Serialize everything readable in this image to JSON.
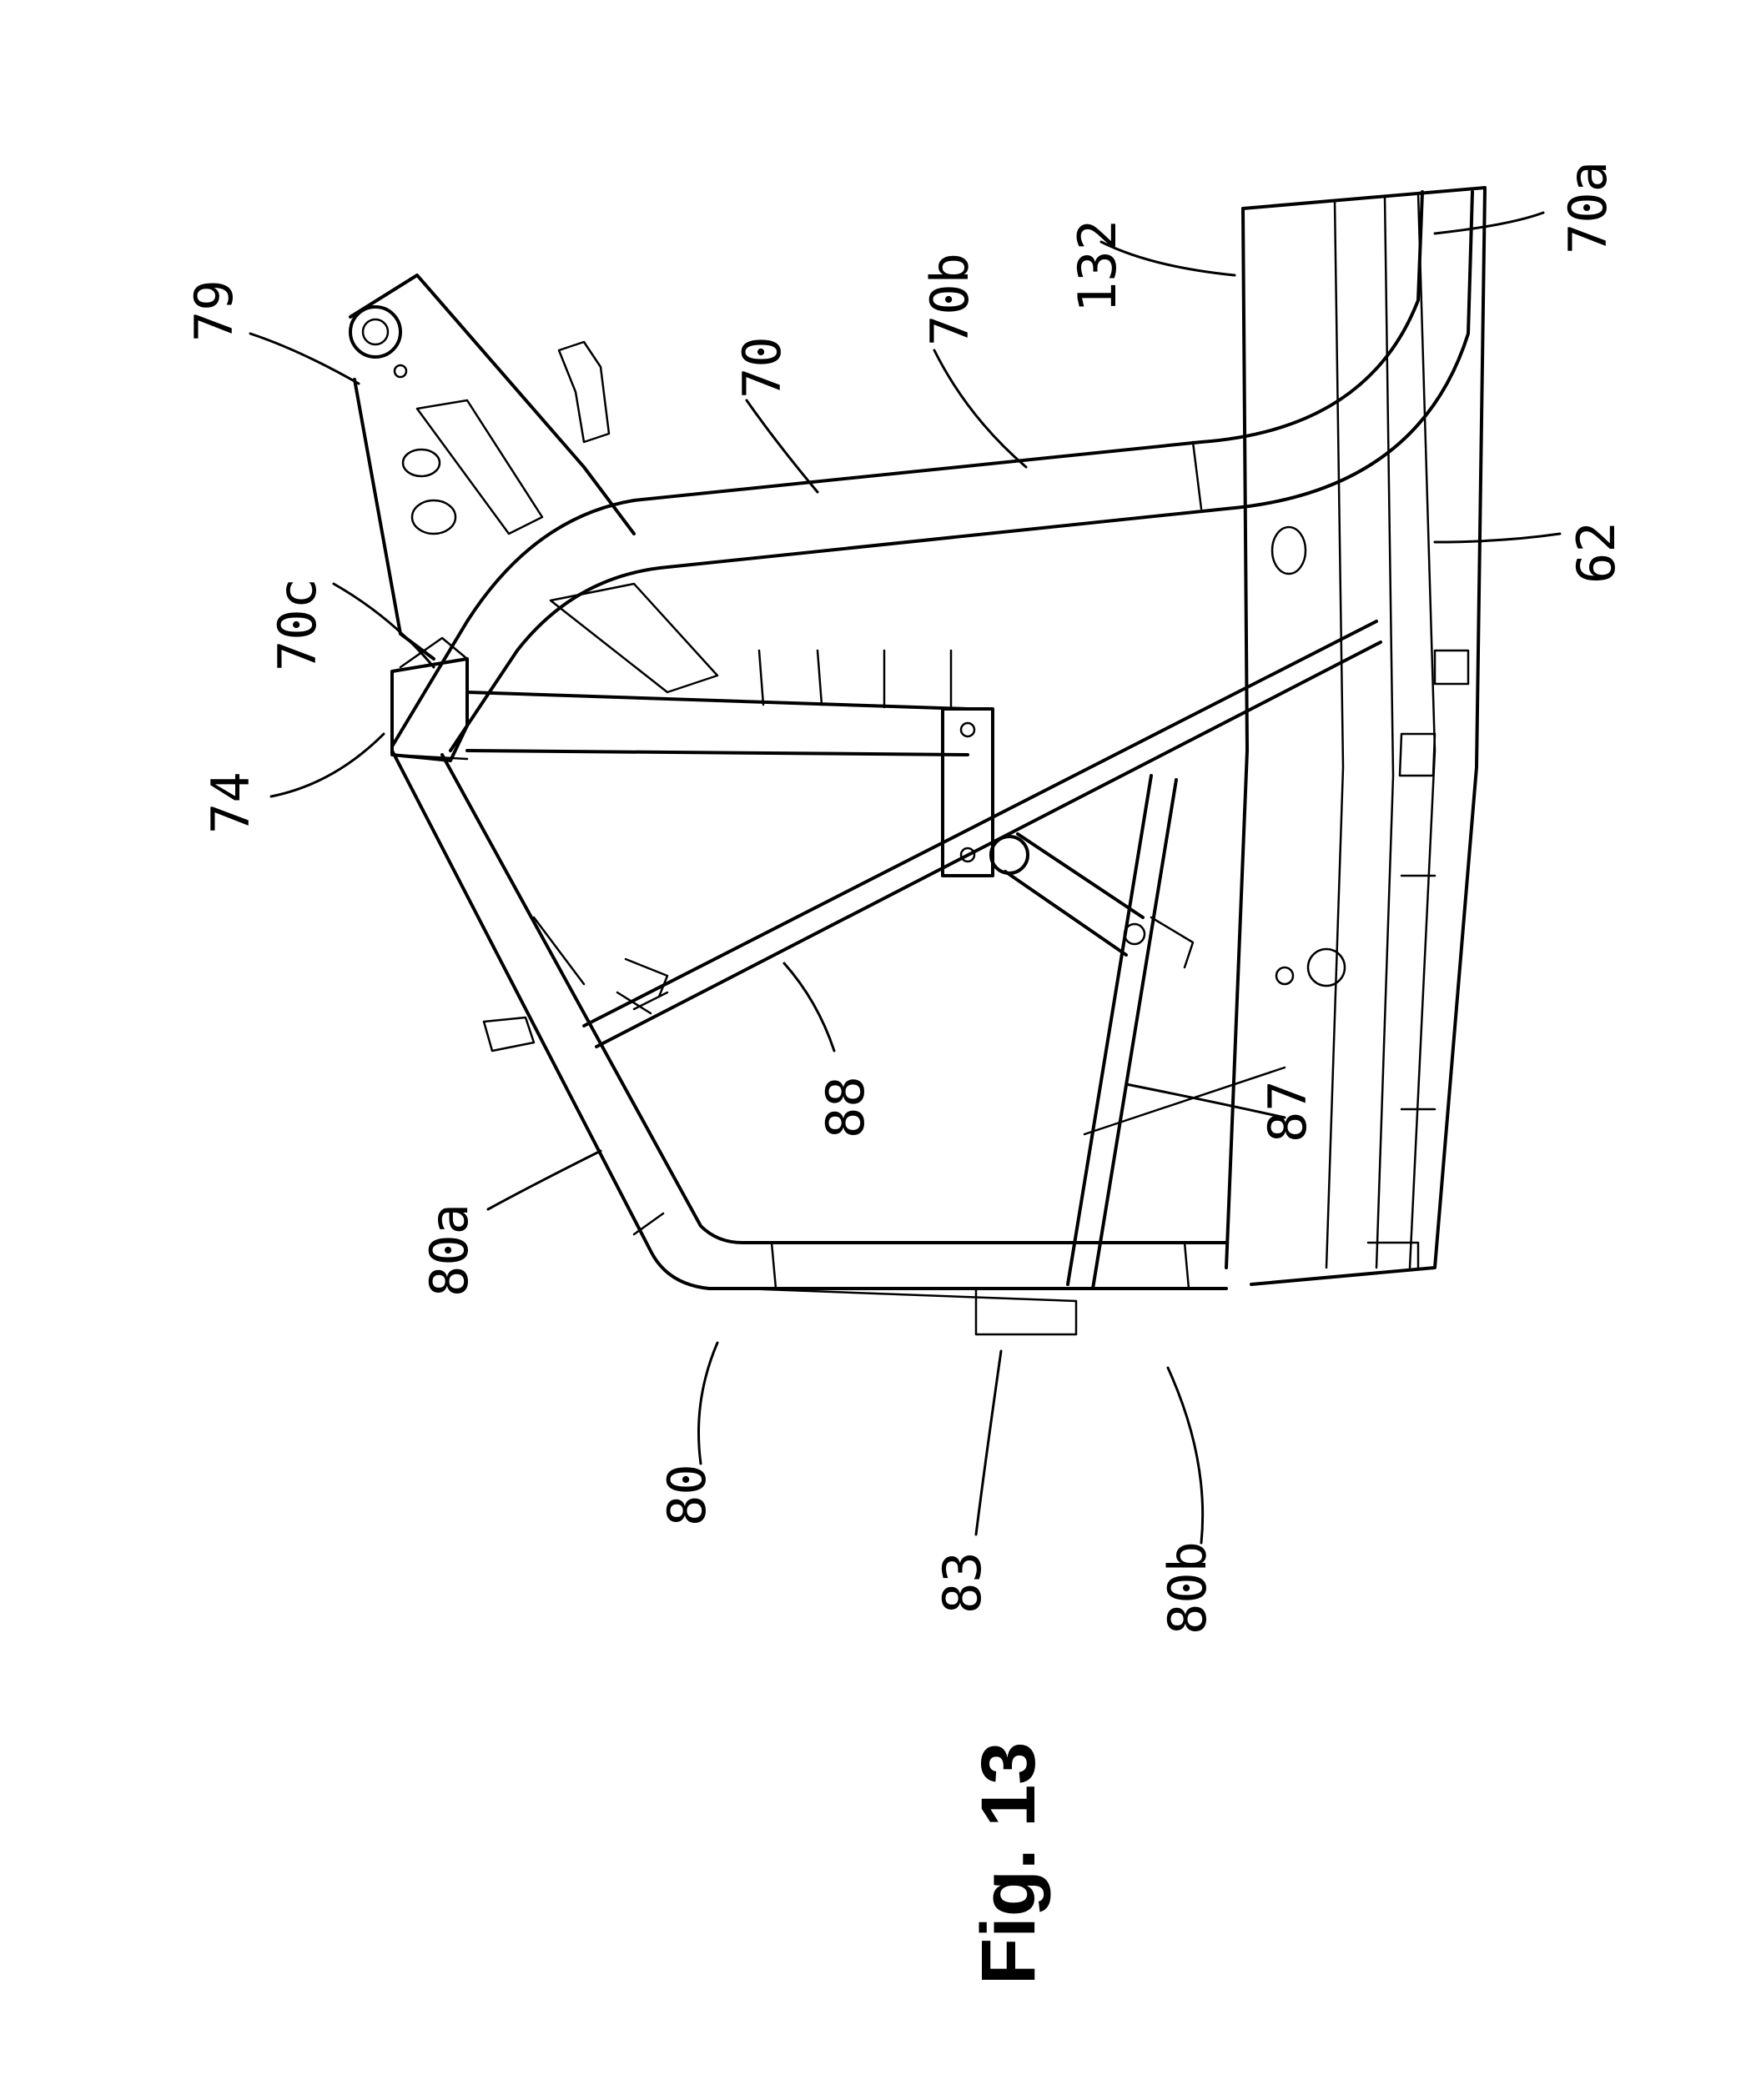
{
  "figure": {
    "label": "Fig. 13"
  },
  "reference_numerals": {
    "r79": "79",
    "r70c": "70c",
    "r74": "74",
    "r70": "70",
    "r70b": "70b",
    "r132": "132",
    "r70a": "70a",
    "r62": "62",
    "r88": "88",
    "r87": "87",
    "r80a": "80a",
    "r80": "80",
    "r83": "83",
    "r80b": "80b"
  }
}
